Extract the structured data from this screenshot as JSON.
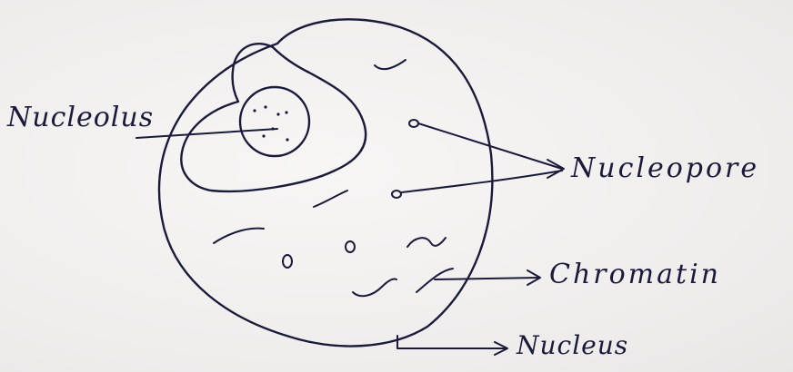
{
  "labels": {
    "nucleolus": "Nucleolus",
    "nucleopore": "Nucleopore",
    "chromatin": "Chromatin",
    "nucleus": "Nucleus"
  },
  "colors": {
    "ink": "#1b1a3a",
    "paper": "#f3f1f0"
  }
}
